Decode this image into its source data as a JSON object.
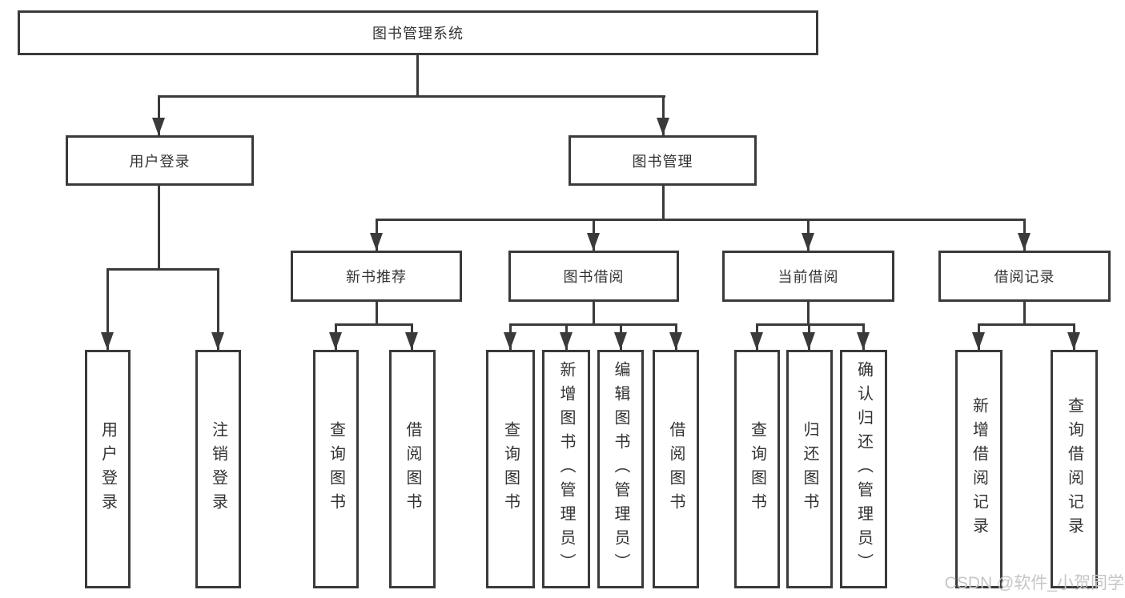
{
  "diagram": {
    "title": "图书管理系统",
    "root": {
      "label": "图书管理系统"
    },
    "level2": [
      {
        "label": "用户登录"
      },
      {
        "label": "图书管理"
      }
    ],
    "level3": [
      {
        "label": "新书推荐"
      },
      {
        "label": "图书借阅"
      },
      {
        "label": "当前借阅"
      },
      {
        "label": "借阅记录"
      }
    ],
    "leaves": {
      "user_login": [
        "用户登录",
        "注销登录"
      ],
      "new_book": [
        "查询图书",
        "借阅图书"
      ],
      "book_borrow": [
        "查询图书",
        "新增图书（管理员）",
        "编辑图书（管理员）",
        "借阅图书"
      ],
      "current_borrow": [
        "查询图书",
        "归还图书",
        "确认归还（管理员）"
      ],
      "borrow_record": [
        "新增借阅记录",
        "查询借阅记录"
      ]
    }
  },
  "watermark": {
    "text": "CSDN @软件_小贺同学"
  },
  "colors": {
    "border": "#3a3a3a",
    "line": "#3a3a3a",
    "text": "#333333",
    "watermark": "#c6c6c6",
    "background": "#ffffff"
  }
}
